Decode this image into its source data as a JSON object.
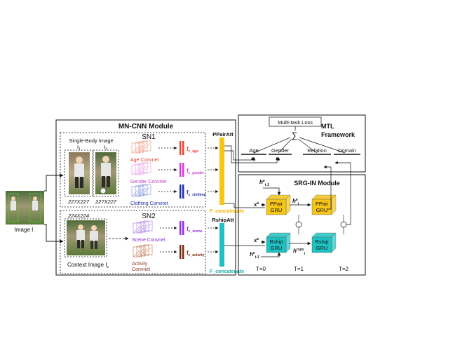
{
  "mn_cnn": {
    "title": "MN-CNN Module",
    "sn1": "SN1",
    "sn2": "SN2",
    "single_body_label": "Single-Body Image",
    "single_body_sub1": "I",
    "single_body_sub2": "I",
    "single_body_idx1": "1",
    "single_body_idx2": "2",
    "size_body1": "227X227",
    "size_body2": "227X227",
    "size_context": "224X224",
    "context_label": "Context Image I",
    "context_idx": "c",
    "image_label": "Image I",
    "convnets_sn1": [
      "Age Convnet",
      "Gender Convnet",
      "Clothing Convnet"
    ],
    "convnets_sn2": [
      "Scene Convnet",
      "Activity",
      "Convnet"
    ],
    "features_sn1": [
      {
        "f": "f",
        "sub": "c_age",
        "color": "#e8443a"
      },
      {
        "f": "f",
        "sub": "c_gender",
        "color": "#d63ad6"
      },
      {
        "f": "f",
        "sub": "c_clothing",
        "color": "#1f2fa8"
      }
    ],
    "features_sn2": [
      {
        "f": "f",
        "sub": "c_scene",
        "color": "#8a2be2"
      },
      {
        "f": "f",
        "sub": "c_activity",
        "color": "#7a2a10"
      }
    ],
    "ppair_att": "PPairAtt",
    "rship_att": "RshipAtt",
    "concat1": "F_concatenate",
    "concat2": "F_concatenate"
  },
  "mtl": {
    "title1": "MTL",
    "title2": "Framework",
    "loss": "Multi-task Loss",
    "sigma": "∑",
    "tasks": [
      "Age",
      "Gender",
      "Relation",
      "Domain"
    ]
  },
  "srg": {
    "title": "SRG-IN Module",
    "h_prev": "h",
    "h_prev_sup": "e",
    "h_prev_sub": "t-1",
    "x_top": "x",
    "x_top_sup": "e",
    "h_t": "h",
    "h_t_sup": "e",
    "h_t_sub": "t",
    "x_bot": "x",
    "x_bot_sup": "e",
    "h_bot": "h",
    "h_bot_sup": "e",
    "h_bot_sub": "t-1",
    "h_mid": "h",
    "h_mid_sup": "rsps",
    "h_mid_sub": "t",
    "gru_top": [
      "PPair",
      "GRU"
    ],
    "gru_bot": [
      "Rship",
      "GRU"
    ],
    "steps": [
      "T=0",
      "T=1",
      "T=2"
    ]
  },
  "colors": {
    "ppair": "#f5c518",
    "rship": "#1fc2c2",
    "concat_text": "#f2b300"
  }
}
